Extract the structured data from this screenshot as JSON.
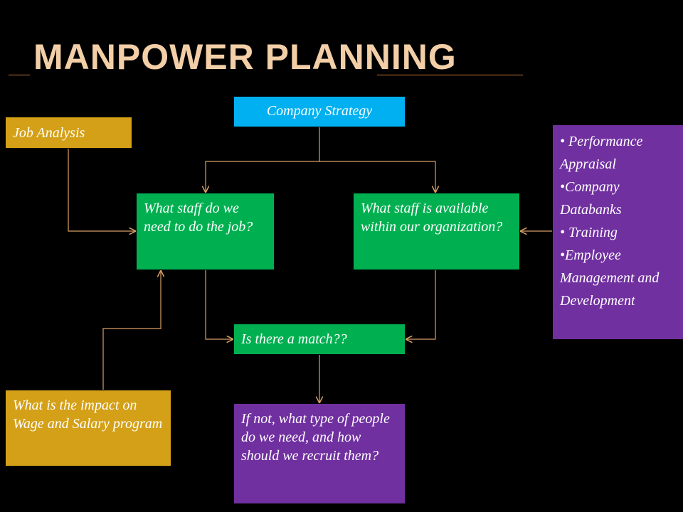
{
  "slide": {
    "title": "MANPOWER PLANNING"
  },
  "nodes": {
    "company_strategy": "Company Strategy",
    "job_analysis": "Job Analysis",
    "staff_needed": "What staff do we need to do the job?",
    "staff_available": "What staff is available within our organization?",
    "match": "Is  there a match??",
    "wage_impact": "What is the impact on Wage and Salary program",
    "recruit": "If not, what type of people do we need, and how should we recruit them?",
    "sources": [
      "• Performance Appraisal",
      "•Company Databanks",
      "• Training",
      "•Employee Management and Development"
    ]
  },
  "colors": {
    "background": "#000000",
    "title": "#f3cfa8",
    "connector": "#d9a066",
    "blue": "#00b0f0",
    "gold": "#d4a017",
    "green": "#00b050",
    "purple": "#7030a0"
  }
}
